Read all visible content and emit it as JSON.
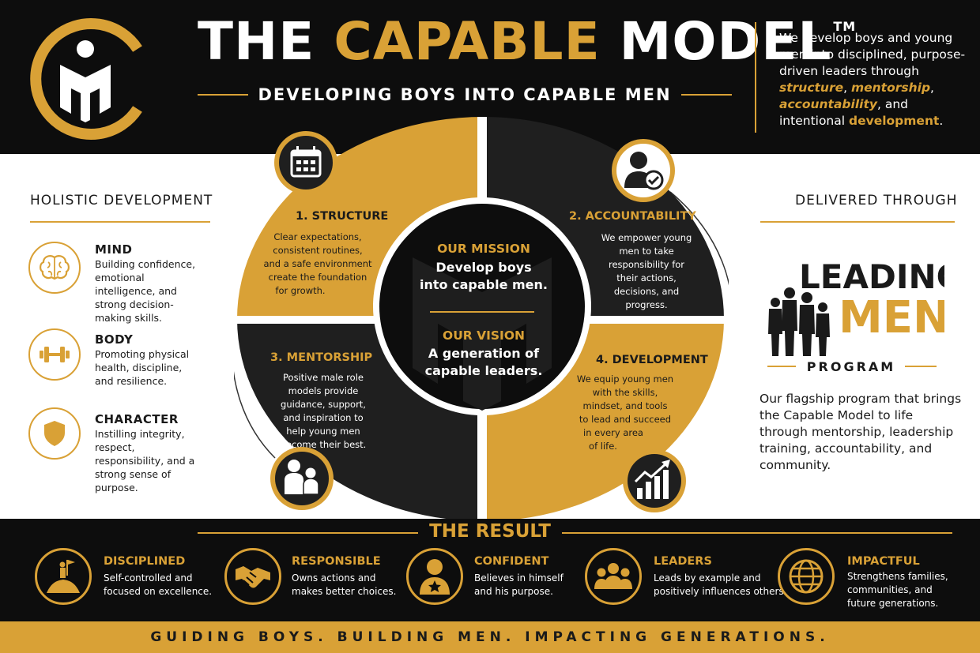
{
  "header": {
    "title_white1": "THE ",
    "title_gold": "CAPABLE",
    "title_white2": " MODEL",
    "trademark": "TM",
    "subtitle": "DEVELOPING BOYS INTO CAPABLE MEN",
    "intro_1": "We develop boys and young men into disciplined, purpose-driven leaders through ",
    "intro_structure": "structure",
    "intro_comma": ", ",
    "intro_mentorship": "mentorship",
    "intro_comma2": ",",
    "intro_accountability": "accountability",
    "intro_and": ", and intentional ",
    "intro_development": "development",
    "intro_end": "."
  },
  "holistic": {
    "heading": "HOLISTIC DEVELOPMENT",
    "items": [
      {
        "title": "MIND",
        "text": "Building confidence, emotional intelligence, and strong decision-making skills.",
        "icon": "brain-icon"
      },
      {
        "title": "BODY",
        "text": "Promoting physical health, discipline, and resilience.",
        "icon": "dumbbell-icon"
      },
      {
        "title": "CHARACTER",
        "text": "Instilling integrity, respect, responsibility, and a strong sense of purpose.",
        "icon": "shield-icon"
      }
    ]
  },
  "wheel": {
    "mission_label": "OUR MISSION",
    "mission_1": "Develop boys",
    "mission_2": "into capable men.",
    "vision_label": "OUR VISION",
    "vision_1": "A generation of",
    "vision_2": "capable leaders.",
    "q1_title": "1. STRUCTURE",
    "q1_lines": [
      "Clear expectations,",
      "consistent routines,",
      "and a safe environment",
      "create the foundation",
      "for growth."
    ],
    "q2_title": "2. ACCOUNTABILITY",
    "q2_lines": [
      "We empower young",
      "men to take",
      "responsibility for",
      "their actions,",
      "decisions, and",
      "progress."
    ],
    "q3_title": "3. MENTORSHIP",
    "q3_lines": [
      "Positive male role",
      "models provide",
      "guidance, support,",
      "and inspiration to",
      "help young men",
      "become their best."
    ],
    "q4_title": "4. DEVELOPMENT",
    "q4_lines": [
      "We equip young men",
      "with the skills,",
      "mindset, and tools",
      "to lead and succeed",
      "in every area",
      "of life."
    ]
  },
  "delivered": {
    "heading": "DELIVERED THROUGH",
    "logo_line1": "LEADING",
    "logo_line2": "MEN",
    "logo_line3": "PROGRAM",
    "text": "Our flagship program that brings the Capable Model to life through mentorship, leadership training, accountability, and community."
  },
  "result": {
    "heading": "THE RESULT",
    "items": [
      {
        "title": "DISCIPLINED",
        "line1": "Self-controlled and",
        "line2": "focused on excellence.",
        "line3": "",
        "icon": "summit-flag-icon"
      },
      {
        "title": "RESPONSIBLE",
        "line1": "Owns actions and",
        "line2": "makes better choices.",
        "line3": "",
        "icon": "handshake-icon"
      },
      {
        "title": "CONFIDENT",
        "line1": "Believes in himself",
        "line2": "and his purpose.",
        "line3": "",
        "icon": "person-star-icon"
      },
      {
        "title": "LEADERS",
        "line1": "Leads by example and",
        "line2": "positively influences others.",
        "line3": "",
        "icon": "group-icon"
      },
      {
        "title": "IMPACTFUL",
        "line1": "Strengthens families,",
        "line2": "communities, and",
        "line3": "future generations.",
        "icon": "globe-icon"
      }
    ]
  },
  "footer": {
    "tagline": "GUIDING BOYS. BUILDING MEN. IMPACTING GENERATIONS."
  },
  "colors": {
    "gold": "#d9a136",
    "black": "#0d0d0d",
    "dark": "#1f1f1f",
    "white": "#ffffff"
  }
}
